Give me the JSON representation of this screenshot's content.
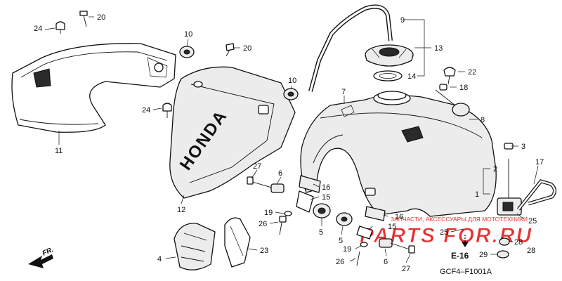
{
  "diagram": {
    "figure_code": "GCF4–F1001A",
    "section_ref": "E-16",
    "front_label": "FR.",
    "tank_cover_lettering": "HONDA",
    "watermark": {
      "brand": "PARTS FOR.RU",
      "caption": "ЗАПЧАСТИ, АКСЕССУАРЫ ДЛЯ МОТОТЕХНИКИ",
      "color": "#e8191e"
    },
    "callouts": {
      "n1": "1",
      "n2": "2",
      "n3": "3",
      "n4": "4",
      "n5a": "5",
      "n5b": "5",
      "n6a": "6",
      "n6b": "6",
      "n7": "7",
      "n8": "8",
      "n9": "9",
      "n10a": "10",
      "n10b": "10",
      "n11": "11",
      "n12": "12",
      "n13": "13",
      "n14": "14",
      "n15a": "15",
      "n15b": "15",
      "n16a": "16",
      "n16b": "16",
      "n17": "17",
      "n18": "18",
      "n19a": "19",
      "n19b": "19",
      "n20a": "20",
      "n20b": "20",
      "n22": "22",
      "n23": "23",
      "n24a": "24",
      "n24b": "24",
      "n25a": "25",
      "n25b": "25",
      "n26a": "26",
      "n26b": "26",
      "n27a": "27",
      "n27b": "27",
      "n28a": "28",
      "n28b": "28",
      "n29": "29"
    }
  }
}
